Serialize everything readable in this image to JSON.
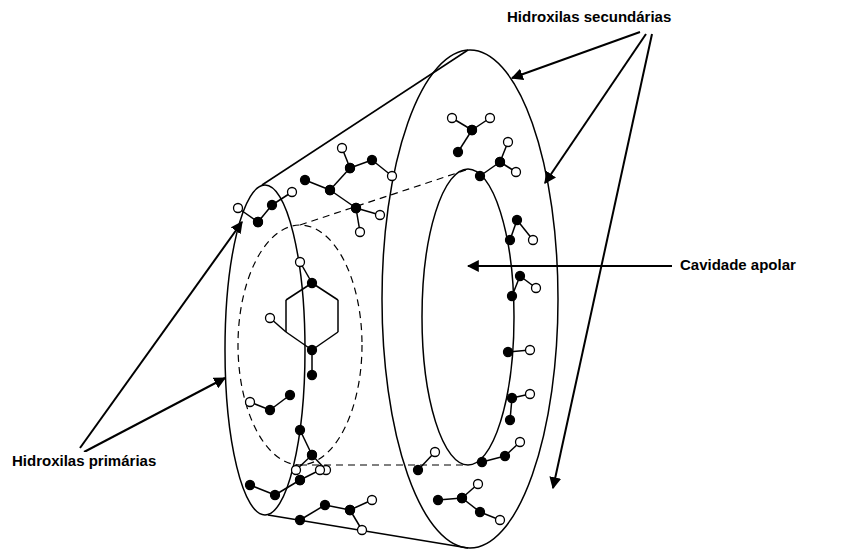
{
  "diagram": {
    "labels": [
      "Hidroxilas secundárias",
      "Cavidade apolar",
      "Hidroxilas primárias"
    ]
  }
}
